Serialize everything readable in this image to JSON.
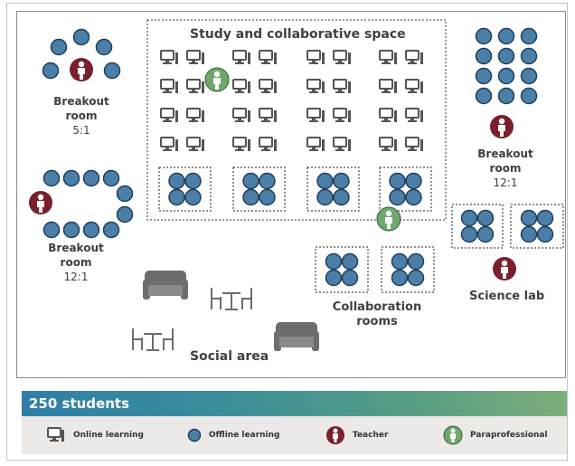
{
  "plan": {
    "study_area_title": "Study and collaborative space",
    "breakout_left_top": {
      "line1": "Breakout",
      "line2": "room",
      "ratio": "5:1"
    },
    "breakout_left_bottom": {
      "line1": "Breakout",
      "line2": "room",
      "ratio": "12:1"
    },
    "breakout_right": {
      "line1": "Breakout",
      "line2": "room",
      "ratio": "12:1"
    },
    "science_lab": "Science lab",
    "collaboration_rooms": {
      "line1": "Collaboration",
      "line2": "rooms"
    },
    "social_area": "Social area"
  },
  "summary": {
    "students": "250 students"
  },
  "legend": [
    {
      "icon": "computer-icon",
      "label": "Online learning"
    },
    {
      "icon": "student-circle-icon",
      "label": "Offline learning"
    },
    {
      "icon": "teacher-icon",
      "label": "Teacher"
    },
    {
      "icon": "paraprofessional-icon",
      "label": "Paraprofessional"
    }
  ],
  "colors": {
    "student": "#4b7fa8",
    "student_outline": "#1f3f5c",
    "teacher": "#7a1f2b",
    "paraprofessional": "#6fa86f",
    "furniture": "#6d6d6d",
    "computer": "#555555"
  }
}
